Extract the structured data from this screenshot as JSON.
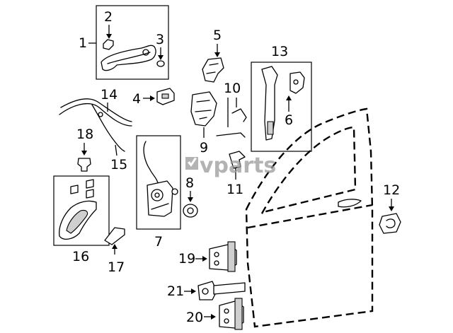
{
  "labels": {
    "l1": "1",
    "l2": "2",
    "l3": "3",
    "l4": "4",
    "l5": "5",
    "l6": "6",
    "l7": "7",
    "l8": "8",
    "l9": "9",
    "l10": "10",
    "l11": "11",
    "l12": "12",
    "l13": "13",
    "l14": "14",
    "l15": "15",
    "l16": "16",
    "l17": "17",
    "l18": "18",
    "l19": "19",
    "l20": "20",
    "l21": "21"
  },
  "watermark": "vparts",
  "colors": {
    "line": "#000000",
    "watermark": "#9a9a9a",
    "background": "#ffffff"
  }
}
